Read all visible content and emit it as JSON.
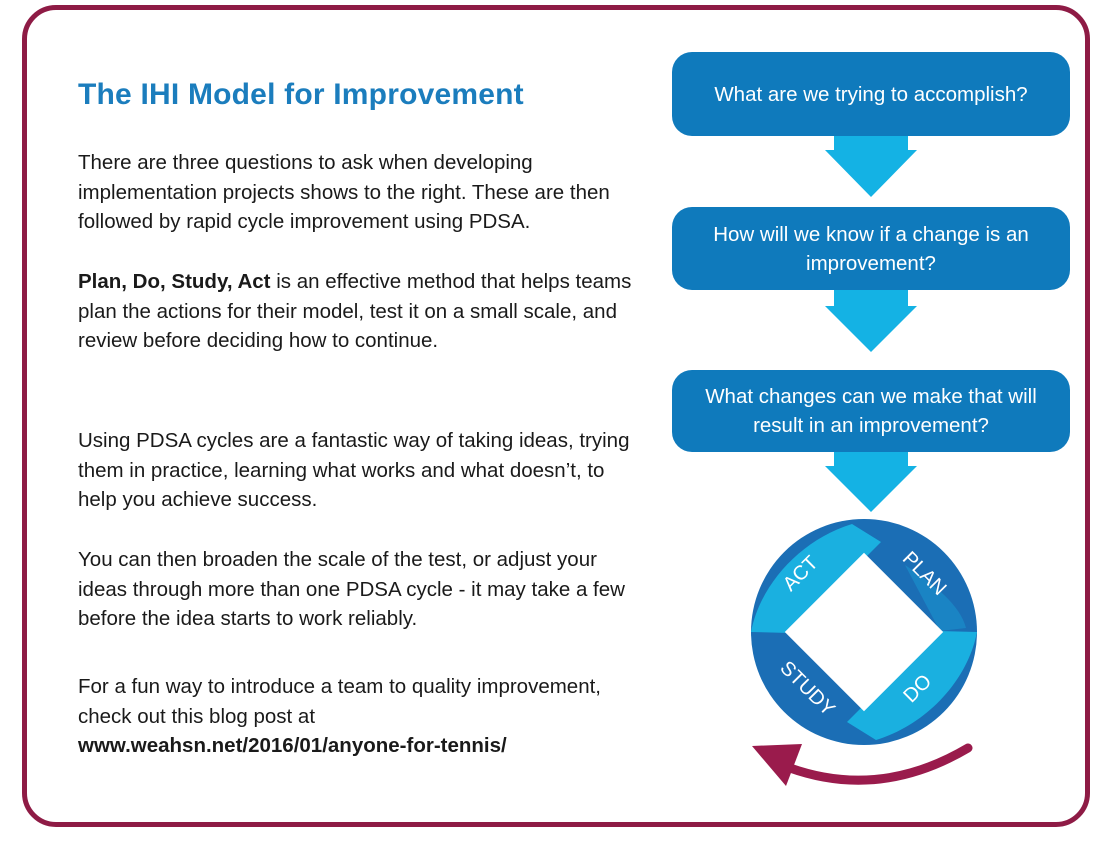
{
  "title": "The IHI Model for Improvement",
  "paragraphs": {
    "p1": "There are three questions to ask when developing implementation projects shows to the right. These are then followed by rapid cycle improvement using PDSA.",
    "p2_bold": "Plan, Do, Study, Act",
    "p2_rest": " is an effective method that helps teams plan the actions for their model, test it on a small scale, and review before deciding how to continue.",
    "p3": "Using PDSA cycles are a fantastic way of taking ideas, trying them in practice, learning what works and what doesn’t, to help you achieve success.",
    "p4": "You can then broaden the scale of the test, or adjust your ideas through more than one PDSA cycle - it may take a few before the idea starts to work reliably.",
    "p5": "For a fun way to introduce a team to quality improvement, check out this blog post at",
    "p5_link": "www.weahsn.net/2016/01/anyone-for-tennis/"
  },
  "questions": [
    "What are we trying to accomplish?",
    "How will we know if a change is an improvement?",
    "What changes can we make that will result in an improvement?"
  ],
  "cycle": {
    "act": "ACT",
    "plan": "PLAN",
    "study": "STUDY",
    "do": "DO"
  },
  "colors": {
    "border": "#8e1b45",
    "title": "#1b7dbd",
    "box": "#0f7abc",
    "arrow": "#14b2e4",
    "cycle_dark": "#1b6eb5",
    "cycle_light": "#1ab0e0",
    "return_arrow": "#9a1b4c"
  }
}
